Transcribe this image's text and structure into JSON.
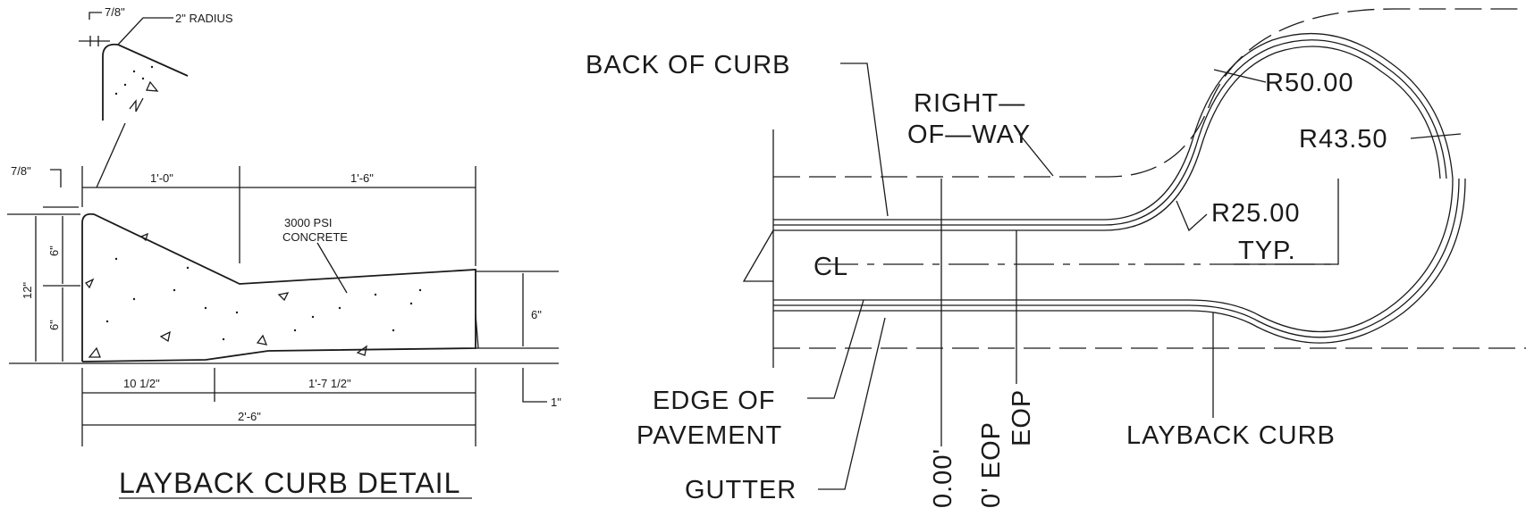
{
  "detail": {
    "title": "LAYBACK CURB DETAIL",
    "dim_7_8_top": "7/8\"",
    "radius_2in": "2\" RADIUS",
    "dim_7_8_left": "7/8\"",
    "dim_1_0": "1'-0\"",
    "dim_1_6": "1'-6\"",
    "dim_12": "12\"",
    "dim_6_upper": "6\"",
    "dim_6_lower": "6\"",
    "dim_6_right": "6\"",
    "dim_1_in": "1\"",
    "dim_10_5": "10 1/2\"",
    "dim_1_7_5": "1'-7 1/2\"",
    "dim_2_6": "2'-6\"",
    "concrete_line1": "3000 PSI",
    "concrete_line2": "CONCRETE"
  },
  "plan": {
    "back_of_curb": "BACK OF CURB",
    "right_of_way_1": "RIGHT—",
    "right_of_way_2": "OF—WAY",
    "r50": "R50.00",
    "r43": "R43.50",
    "r25": "R25.00",
    "typ": "TYP.",
    "cl": "CL",
    "edge_of_pavement_1": "EDGE OF",
    "edge_of_pavement_2": "PAVEMENT",
    "gutter": "GUTTER",
    "layback_curb": "LAYBACK CURB",
    "row_width": "0.00'",
    "eop_1": "0' EOP",
    "eop_2": "EOP"
  }
}
